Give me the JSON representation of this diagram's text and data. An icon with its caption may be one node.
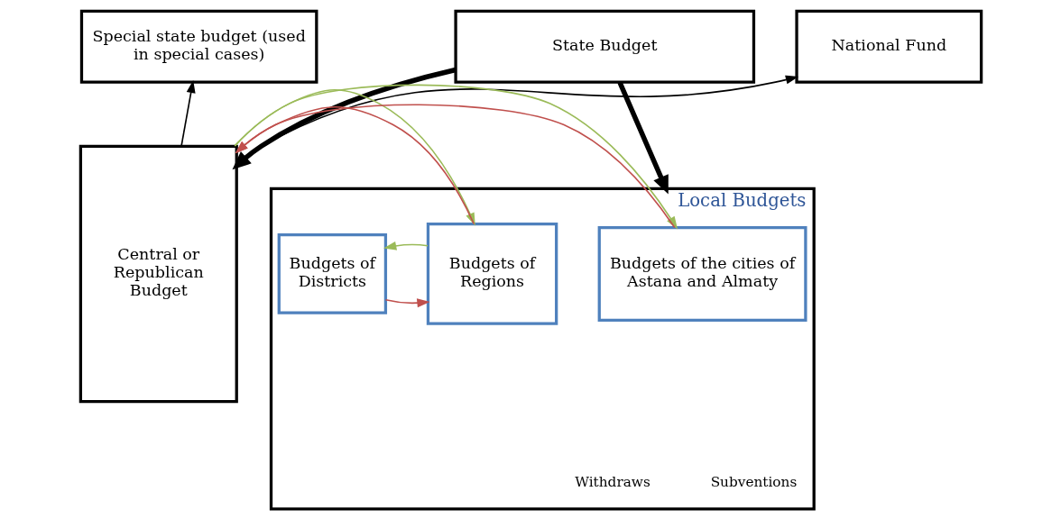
{
  "diagram": {
    "nodes": [
      {
        "text": [
          "Special state budget (used in special cases)"
        ]
      },
      {
        "text": [
          "State Budget"
        ]
      },
      {
        "text": [
          "National Fund"
        ]
      },
      {
        "text": [
          "Central or Republican Budget"
        ]
      },
      {
        "text": [
          "Local Budgets"
        ]
      },
      {
        "text": [
          "Budgets of the cities of Astana and Almaty"
        ],
        "in": 4
      },
      {
        "text": [
          "Budgets of Regions"
        ],
        "in": 4
      },
      {
        "text": [
          "Budgets of Districts"
        ],
        "in": 4
      }
    ],
    "edges": [
      {
        "from": 3,
        "to": 0,
        "arrow": "to"
      },
      {
        "from": 3,
        "to": 2,
        "arrow": "to"
      },
      {
        "from": 1,
        "to": 3,
        "arrow": "to",
        "style": "thick"
      },
      {
        "from": 1,
        "to": 4,
        "arrow": "to",
        "style": "thick"
      },
      {
        "from": 5,
        "to": 3,
        "arrow": "to",
        "color": "#c0504d"
      },
      {
        "from": 3,
        "to": 5,
        "arrow": "to",
        "color": "#9bbb59"
      },
      {
        "from": 6,
        "to": 3,
        "arrow": "to",
        "color": "#c0504d"
      },
      {
        "from": 3,
        "to": 6,
        "arrow": "to",
        "color": "#9bbb59"
      },
      {
        "from": 7,
        "to": 6,
        "arrow": "to",
        "color": "#c0504d"
      },
      {
        "from": 6,
        "to": 7,
        "arrow": "to",
        "color": "#9bbb59"
      }
    ],
    "legend": [
      {
        "text": "Withdraws"
      },
      {
        "text": "Subventions"
      }
    ]
  }
}
